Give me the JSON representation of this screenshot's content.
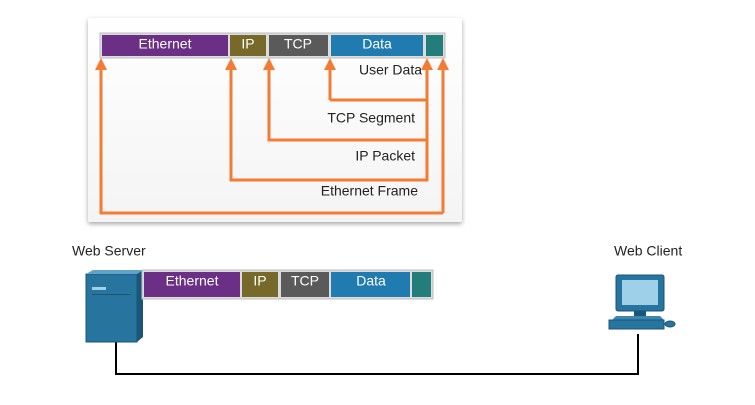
{
  "frame_segments": [
    {
      "key": "ethernet",
      "label": "Ethernet",
      "color": "#6b2f86"
    },
    {
      "key": "ip",
      "label": "IP",
      "color": "#76692a"
    },
    {
      "key": "tcp",
      "label": "TCP",
      "color": "#5b5a5b"
    },
    {
      "key": "data",
      "label": "Data",
      "color": "#1f7bb0"
    },
    {
      "key": "trailer",
      "label": "",
      "color": "#237d7a"
    }
  ],
  "encapsulation_labels": {
    "user_data": "User Data",
    "tcp_segment": "TCP Segment",
    "ip_packet": "IP Packet",
    "ethernet_frame": "Ethernet Frame"
  },
  "devices": {
    "server": {
      "label": "Web Server",
      "icon": "server-icon"
    },
    "client": {
      "label": "Web Client",
      "icon": "computer-icon"
    }
  },
  "colors": {
    "arrow": "#f47b33",
    "server": "#27749e",
    "client": "#27749e",
    "cable": "#000000"
  }
}
